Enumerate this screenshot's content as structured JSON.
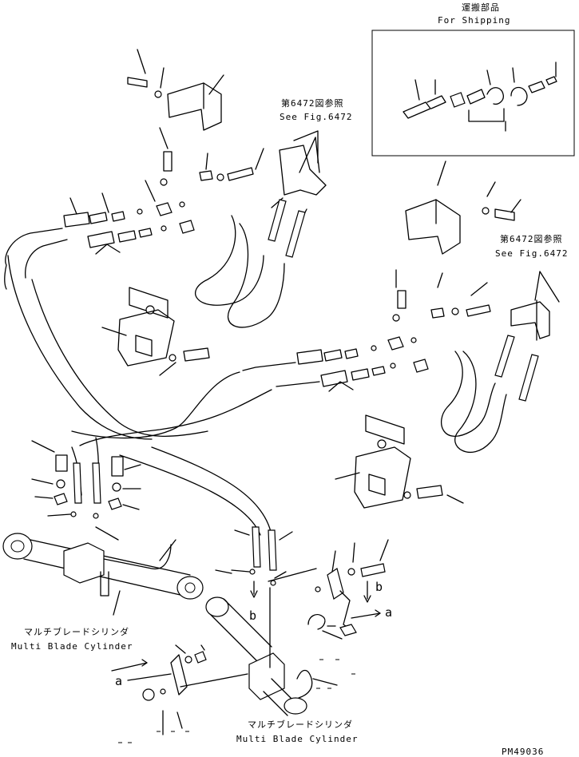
{
  "shipping_box": {
    "label_jp": "運搬部品",
    "label_en": "For Shipping"
  },
  "refs": {
    "left_jp": "第6472図参照",
    "left_en": "See Fig.6472",
    "right_jp": "第6472図参照",
    "right_en": "See Fig.6472"
  },
  "cylinders": {
    "left_jp": "マルチブレードシリンダ",
    "left_en": "Multi Blade Cylinder",
    "right_jp": "マルチブレードシリンダ",
    "right_en": "Multi Blade Cylinder"
  },
  "markers": {
    "a": "a",
    "b": "b"
  },
  "part_code": "PM49036"
}
